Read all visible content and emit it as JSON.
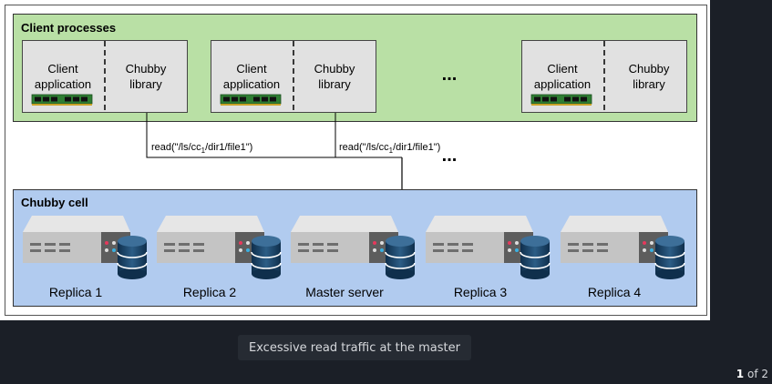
{
  "diagram": {
    "client_group_label": "Client processes",
    "cell_group_label": "Chubby cell",
    "client_app_label_line1": "Client",
    "client_app_label_line2": "application",
    "chubby_lib_label_line1": "Chubby",
    "chubby_lib_label_line2": "library",
    "ellipsis": "...",
    "read_label_prefix": "read(\"/ls/cc",
    "read_label_subscript": "1",
    "read_label_suffix": "/dir1/file1\")",
    "servers": [
      "Replica 1",
      "Replica 2",
      "Master server",
      "Replica 3",
      "Replica 4"
    ]
  },
  "caption": "Excessive read traffic at the master",
  "pager": {
    "current": "1",
    "rest": " of 2"
  },
  "colors": {
    "client_group_bg": "#b9e0a5",
    "cell_group_bg": "#b1cbef",
    "process_box_bg": "#e1e1e1",
    "chip_green": "#2e7d32"
  }
}
